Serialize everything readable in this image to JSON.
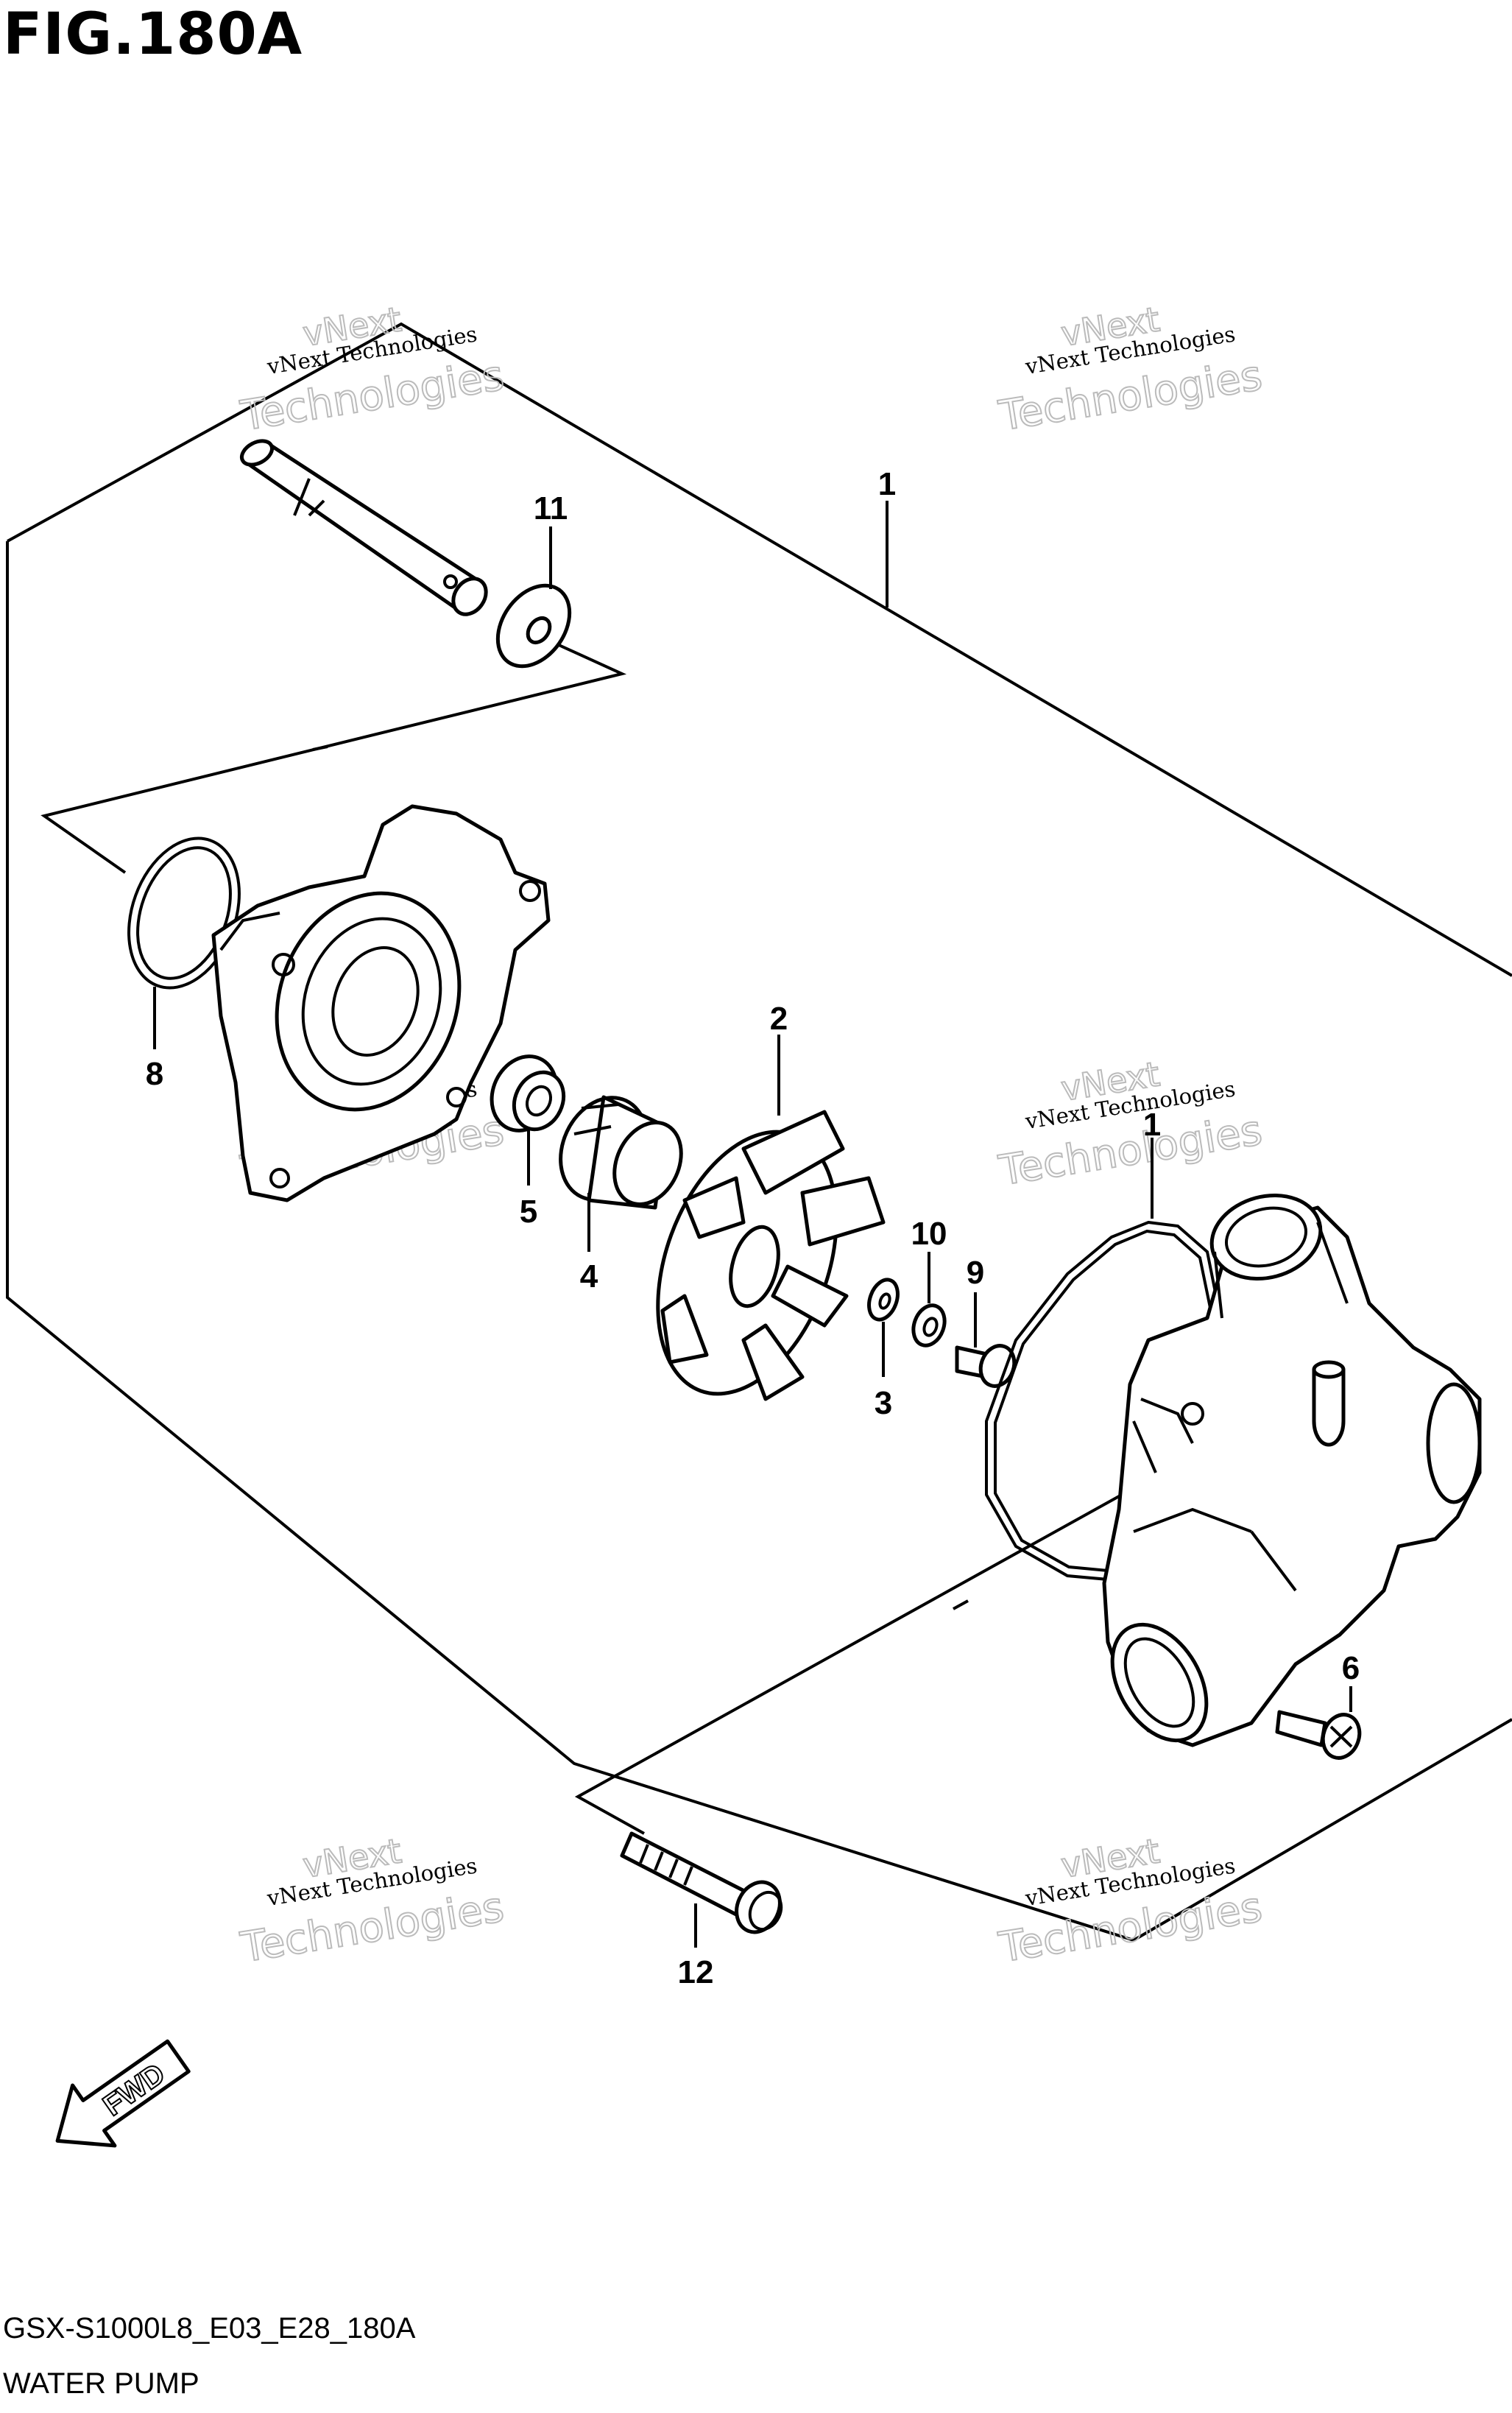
{
  "figure": {
    "title": "FIG.180A",
    "code": "GSX-S1000L8_E03_E28_180A",
    "caption": "WATER PUMP"
  },
  "callouts": [
    {
      "id": "1",
      "label": "1"
    },
    {
      "id": "1b",
      "label": "1"
    },
    {
      "id": "2",
      "label": "2"
    },
    {
      "id": "3",
      "label": "3"
    },
    {
      "id": "4",
      "label": "4"
    },
    {
      "id": "5",
      "label": "5"
    },
    {
      "id": "6",
      "label": "6"
    },
    {
      "id": "8",
      "label": "8"
    },
    {
      "id": "9",
      "label": "9"
    },
    {
      "id": "10",
      "label": "10"
    },
    {
      "id": "11",
      "label": "11"
    },
    {
      "id": "12",
      "label": "12"
    }
  ],
  "watermark": {
    "line1": "vNext Technologies",
    "line2": "Technologies",
    "line3": "vNext"
  },
  "fwd": {
    "label": "FWD"
  }
}
